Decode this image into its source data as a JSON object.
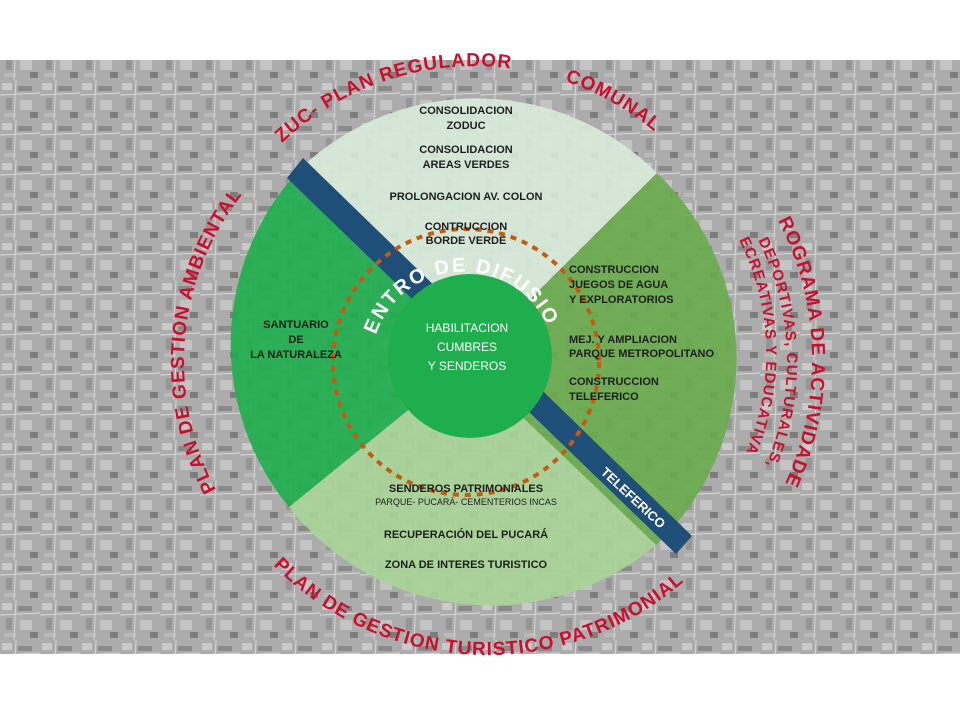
{
  "colors": {
    "background_map": "#9b9b9b",
    "top_quadrant": "#d9ead9",
    "right_quadrant": "#6aab4e",
    "left_quadrant": "#1fae4d",
    "bottom_quadrant": "#a8d497",
    "center_circle": "#1fae4d",
    "band": "#1f4e79",
    "dotted_ring": "#c55a11",
    "red_text": "#c8102e"
  },
  "arcs": {
    "top_left": "ZUC- PLAN REGULADOR",
    "top_right": "COMUNAL",
    "left": "PLAN DE GESTION AMBIENTAL",
    "right_outer": "PROGRAMA DE  ACTIVIDADES",
    "right_inner_1": "DEPORTIVAS, CULTURALES,",
    "right_inner_2": "RECREATIVAS Y EDUCATIVAS",
    "bottom": "PLAN DE GESTION TURISTICO PATRIMONIAL",
    "center_ring": "CENTRO DE DIFUSION"
  },
  "band": {
    "label": "TELEFERICO"
  },
  "center": {
    "line1": "HABILITACION",
    "line2": "CUMBRES",
    "line3": "Y SENDEROS"
  },
  "top_items": {
    "item1_line1": "CONSOLIDACION",
    "item1_line2": "ZODUC",
    "item2_line1": "CONSOLIDACION",
    "item2_line2": "AREAS VERDES",
    "item3": "PROLONGACION  AV. COLON",
    "item4_line1": "CONTRUCCION",
    "item4_line2": "BORDE VERDE"
  },
  "left_items": {
    "line1": "SANTUARIO",
    "line2": "DE",
    "line3": "LA NATURALEZA"
  },
  "right_items": {
    "item1_line1": "CONSTRUCCION",
    "item1_line2": "JUEGOS DE AGUA",
    "item1_line3": "Y EXPLORATORIOS",
    "item2_line1": "MEJ. Y AMPLIACION",
    "item2_line2": "PARQUE METROPOLITANO",
    "item3_line1": "CONSTRUCCION",
    "item3_line2": "TELEFERICO"
  },
  "bottom_items": {
    "item1_line1": "SENDEROS PATRIMONIALES",
    "item1_line2": "PARQUE- PUCARÁ- CEMENTERIOS INCAS",
    "item2": "RECUPERACIÓN DEL PUCARÁ",
    "item3": "ZONA DE INTERES TURISTICO"
  }
}
